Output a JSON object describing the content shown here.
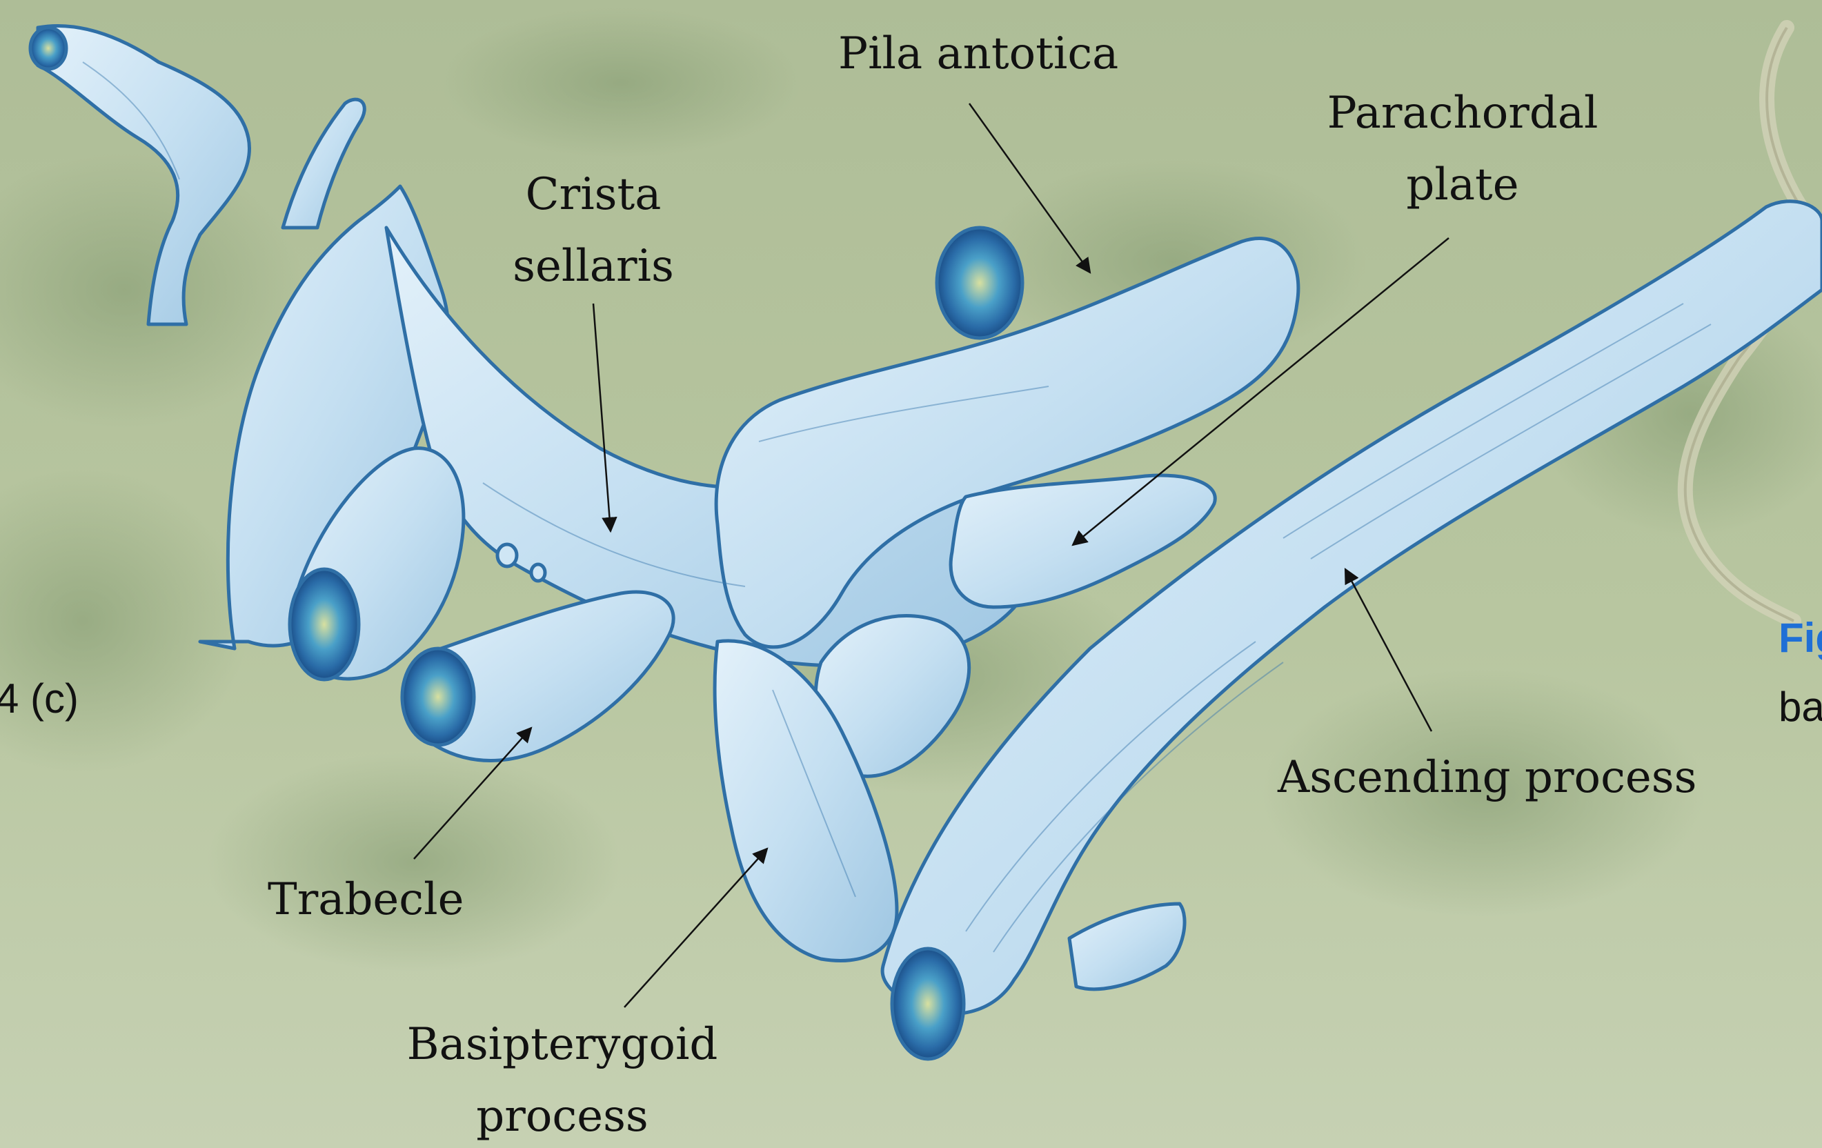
{
  "figure_ref": "4 (c)",
  "side_caption": {
    "word1": "Fig",
    "word2": "ba"
  },
  "labels": {
    "pila_antotica": "Pila antotica",
    "parachordal_line1": "Parachordal",
    "parachordal_line2": "plate",
    "crista_line1": "Crista",
    "crista_line2": "sellaris",
    "trabecle": "Trabecle",
    "ascending": "Ascending process",
    "basipterygoid_line1": "Basipterygoid",
    "basipterygoid_line2": "process"
  },
  "colors": {
    "background": "#b9c5a4",
    "cartilage_fill": "#cfe6f5",
    "cartilage_stroke": "#2f6fa6",
    "caption_accent": "#1f6fd6"
  }
}
